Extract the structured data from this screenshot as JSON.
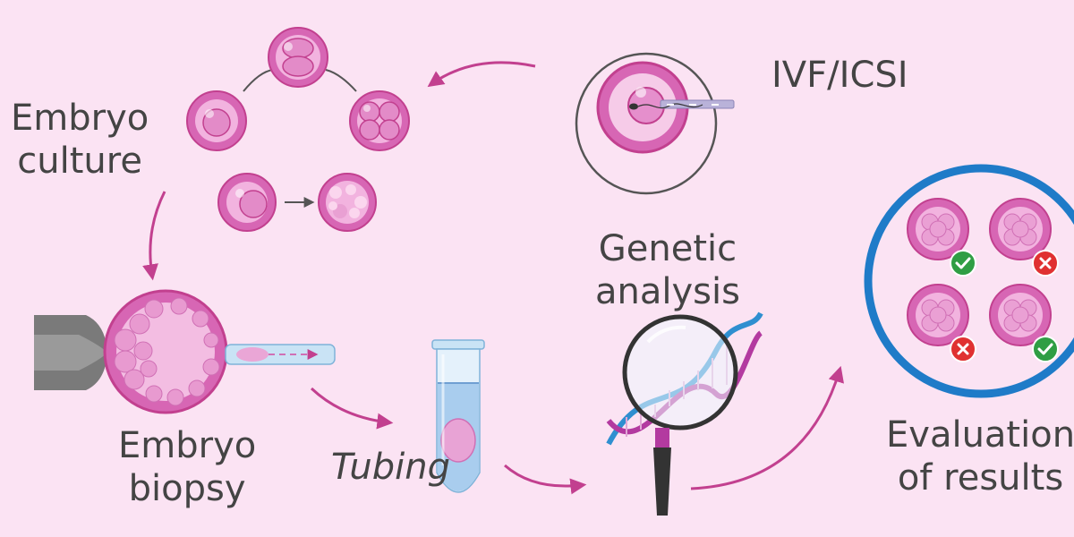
{
  "labels": {
    "ivf": "IVF/ICSI",
    "embryo_culture": [
      "Embryo",
      "culture"
    ],
    "embryo_biopsy": [
      "Embryo",
      "biopsy"
    ],
    "tubing": "Tubing",
    "genetic_analysis": [
      "Genetic",
      "analysis"
    ],
    "evaluation": [
      "Evaluation",
      "of results"
    ]
  },
  "results": [
    {
      "status": "pass",
      "icon": "check-icon"
    },
    {
      "status": "fail",
      "icon": "cross-icon"
    },
    {
      "status": "fail",
      "icon": "cross-icon"
    },
    {
      "status": "pass",
      "icon": "check-icon"
    }
  ],
  "colors": {
    "background": "#fbe3f3",
    "arrow": "#c2408f",
    "cell_outer": "#d766b4",
    "cell_inner": "#f2b3df",
    "ring": "#1f7bc8",
    "pass": "#2f9e44",
    "fail": "#e03131",
    "text": "#444444"
  }
}
